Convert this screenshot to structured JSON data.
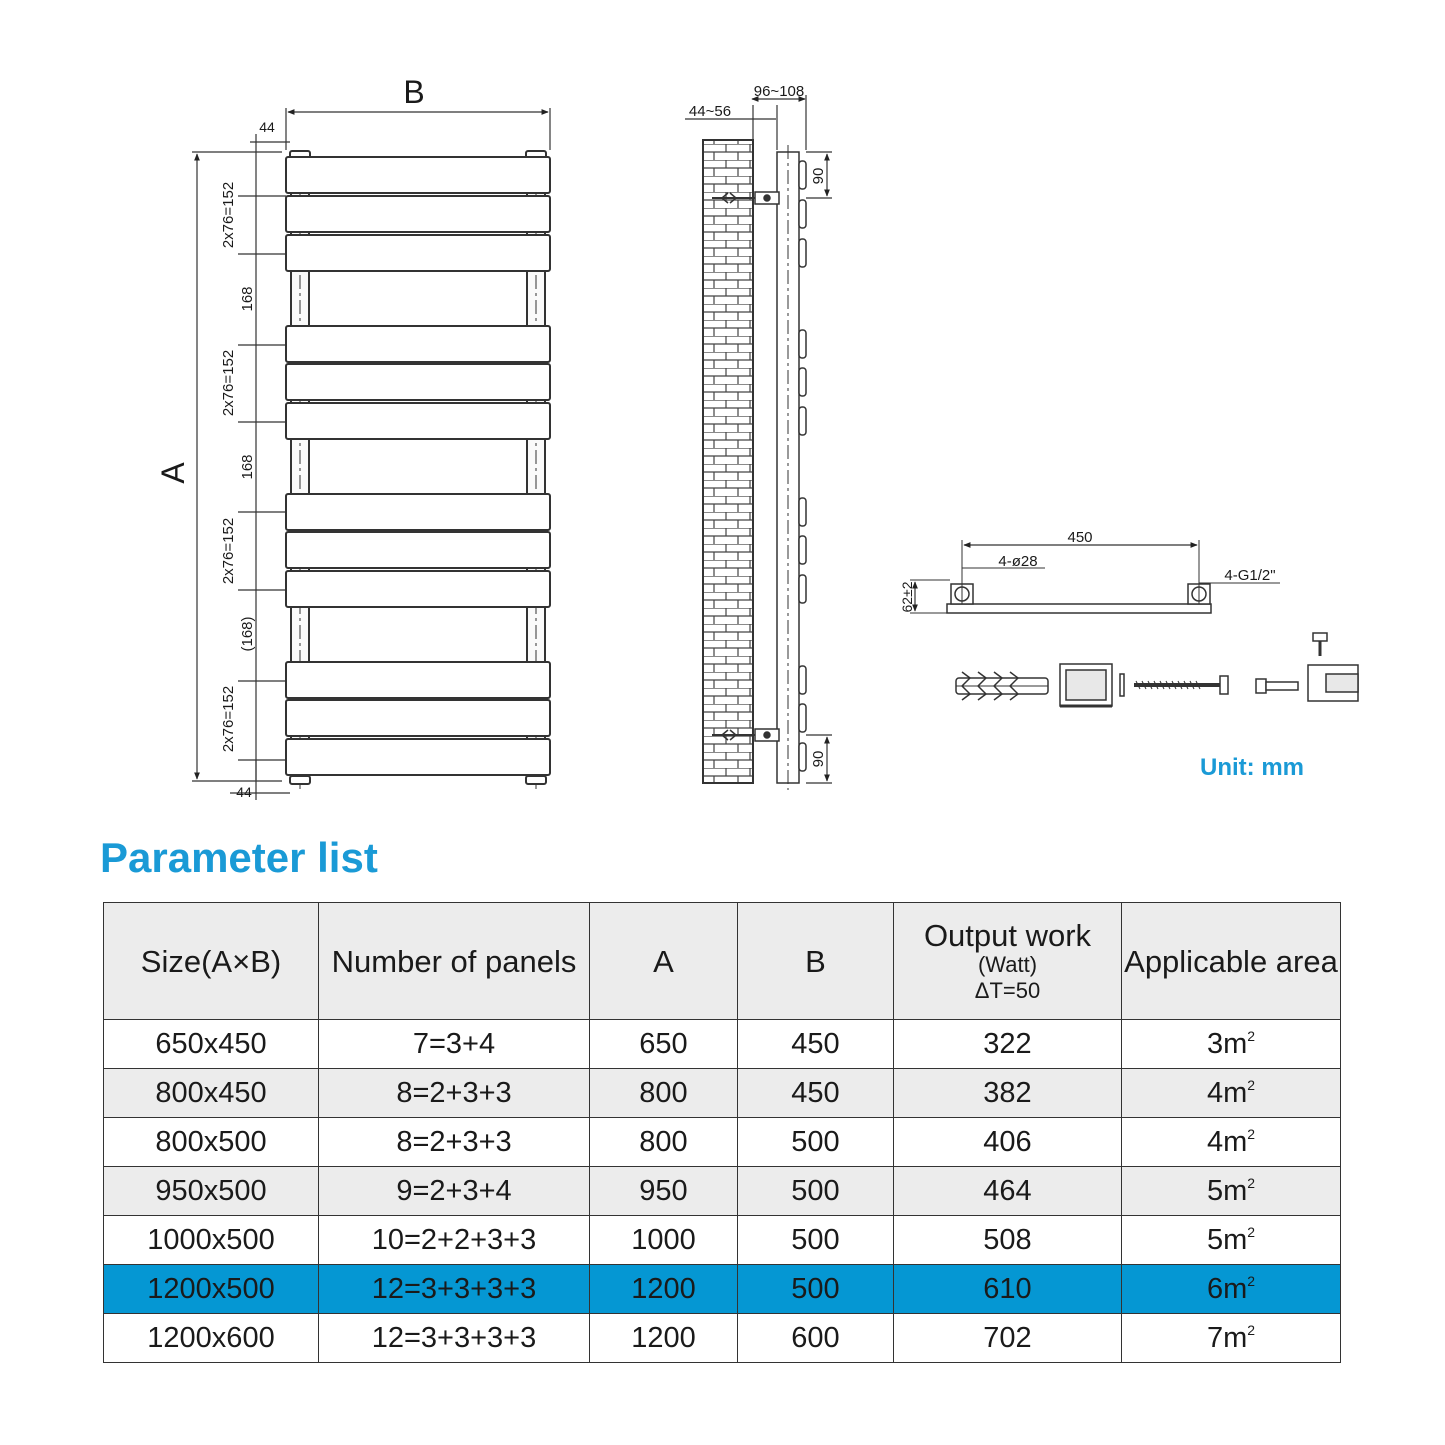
{
  "drawing": {
    "front": {
      "label_width": "B",
      "label_height": "A",
      "top_offset": "44",
      "bottom_offset": "44",
      "group_spacing": "2x76=152",
      "gap": "168",
      "gap_last": "(168)"
    },
    "side": {
      "wall_gap": "44~56",
      "depth": "96~108",
      "bracket_top": "90",
      "bracket_bottom": "90"
    },
    "bracket": {
      "centers": "450",
      "holes": "4-ø28",
      "thread": "4-G1/2\"",
      "height": "62±2"
    }
  },
  "unit_label": "Unit: mm",
  "table": {
    "title": "Parameter list",
    "headers": {
      "size": "Size(A×B)",
      "panels": "Number of panels",
      "a": "A",
      "b": "B",
      "output_main": "Output work",
      "output_unit": "(Watt)",
      "output_delta": "ΔT=50",
      "area": "Applicable area"
    },
    "area_unit_sup": "2",
    "highlight_row": 5,
    "rows": [
      {
        "size": "650x450",
        "panels": "7=3+4",
        "a": "650",
        "b": "450",
        "watt": "322",
        "area": "3m"
      },
      {
        "size": "800x450",
        "panels": "8=2+3+3",
        "a": "800",
        "b": "450",
        "watt": "382",
        "area": "4m"
      },
      {
        "size": "800x500",
        "panels": "8=2+3+3",
        "a": "800",
        "b": "500",
        "watt": "406",
        "area": "4m"
      },
      {
        "size": "950x500",
        "panels": "9=2+3+4",
        "a": "950",
        "b": "500",
        "watt": "464",
        "area": "5m"
      },
      {
        "size": "1000x500",
        "panels": "10=2+2+3+3",
        "a": "1000",
        "b": "500",
        "watt": "508",
        "area": "5m"
      },
      {
        "size": "1200x500",
        "panels": "12=3+3+3+3",
        "a": "1200",
        "b": "500",
        "watt": "610",
        "area": "6m"
      },
      {
        "size": "1200x600",
        "panels": "12=3+3+3+3",
        "a": "1200",
        "b": "600",
        "watt": "702",
        "area": "7m"
      }
    ]
  }
}
